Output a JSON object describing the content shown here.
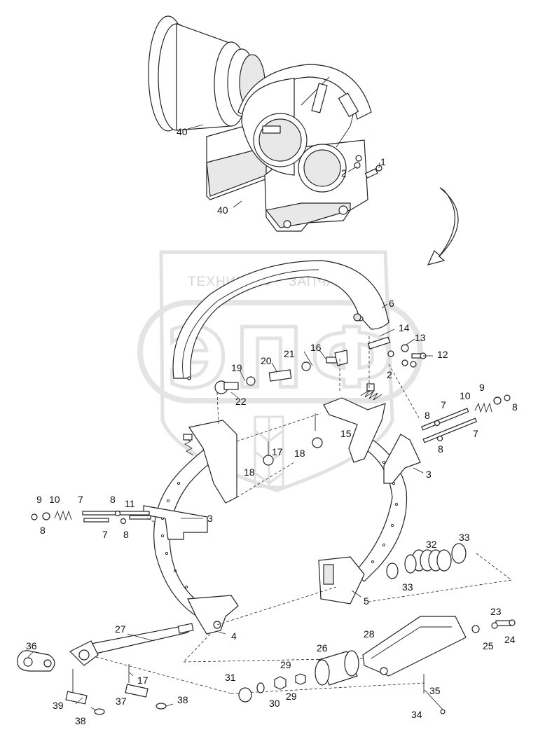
{
  "watermark": {
    "brand_top": "ТЕХНИКА",
    "brand_bottom": "ЗАПЧАСТИ",
    "logo_letters": "ЭПФ"
  },
  "callouts": [
    {
      "id": "c40a",
      "label": "40"
    },
    {
      "id": "c40b",
      "label": "40"
    },
    {
      "id": "c1",
      "label": "1"
    },
    {
      "id": "c2a",
      "label": "2"
    },
    {
      "id": "c6",
      "label": "6"
    },
    {
      "id": "c14",
      "label": "14"
    },
    {
      "id": "c13",
      "label": "13"
    },
    {
      "id": "c12",
      "label": "12"
    },
    {
      "id": "c2b",
      "label": "2"
    },
    {
      "id": "c16",
      "label": "16"
    },
    {
      "id": "c21",
      "label": "21"
    },
    {
      "id": "c20",
      "label": "20"
    },
    {
      "id": "c19",
      "label": "19"
    },
    {
      "id": "c22",
      "label": "22"
    },
    {
      "id": "c9a",
      "label": "9"
    },
    {
      "id": "c10a",
      "label": "10"
    },
    {
      "id": "c8a",
      "label": "8"
    },
    {
      "id": "c7a",
      "label": "7"
    },
    {
      "id": "c8b",
      "label": "8"
    },
    {
      "id": "c8c",
      "label": "8"
    },
    {
      "id": "c7b",
      "label": "7"
    },
    {
      "id": "c15",
      "label": "15"
    },
    {
      "id": "c17a",
      "label": "17"
    },
    {
      "id": "c18a",
      "label": "18"
    },
    {
      "id": "c18b",
      "label": "18"
    },
    {
      "id": "c3a",
      "label": "3"
    },
    {
      "id": "c9b",
      "label": "9"
    },
    {
      "id": "c10b",
      "label": "10"
    },
    {
      "id": "c7c",
      "label": "7"
    },
    {
      "id": "c8d",
      "label": "8"
    },
    {
      "id": "c11",
      "label": "11"
    },
    {
      "id": "c8e",
      "label": "8"
    },
    {
      "id": "c7d",
      "label": "7"
    },
    {
      "id": "c8f",
      "label": "8"
    },
    {
      "id": "c3b",
      "label": "3"
    },
    {
      "id": "c32",
      "label": "32"
    },
    {
      "id": "c33a",
      "label": "33"
    },
    {
      "id": "c33b",
      "label": "33"
    },
    {
      "id": "c5",
      "label": "5"
    },
    {
      "id": "c27",
      "label": "27"
    },
    {
      "id": "c4",
      "label": "4"
    },
    {
      "id": "c36",
      "label": "36"
    },
    {
      "id": "c17b",
      "label": "17"
    },
    {
      "id": "c26",
      "label": "26"
    },
    {
      "id": "c28",
      "label": "28"
    },
    {
      "id": "c23",
      "label": "23"
    },
    {
      "id": "c25",
      "label": "25"
    },
    {
      "id": "c24",
      "label": "24"
    },
    {
      "id": "c29a",
      "label": "29"
    },
    {
      "id": "c31",
      "label": "31"
    },
    {
      "id": "c30",
      "label": "30"
    },
    {
      "id": "c29b",
      "label": "29"
    },
    {
      "id": "c35",
      "label": "35"
    },
    {
      "id": "c34",
      "label": "34"
    },
    {
      "id": "c39",
      "label": "39"
    },
    {
      "id": "c37",
      "label": "37"
    },
    {
      "id": "c38a",
      "label": "38"
    },
    {
      "id": "c38b",
      "label": "38"
    }
  ]
}
